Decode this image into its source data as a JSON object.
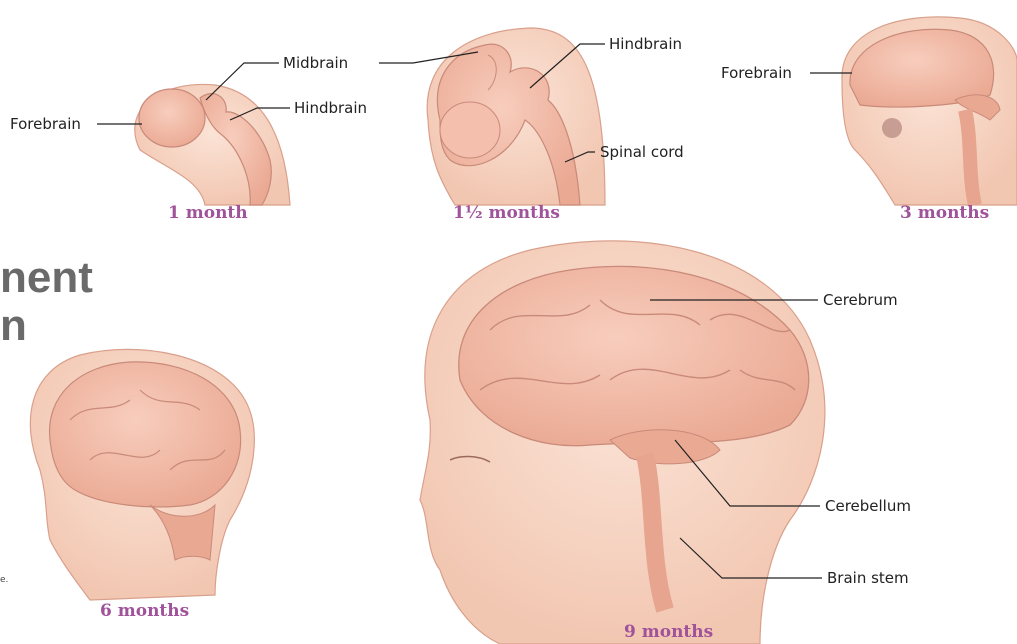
{
  "title": {
    "line1": "nent",
    "line2": "n"
  },
  "stages": [
    {
      "age": "1 month",
      "labels": [
        "Forebrain",
        "Midbrain",
        "Hindbrain"
      ]
    },
    {
      "age": "1½ months",
      "labels": [
        "Hindbrain",
        "Spinal cord"
      ]
    },
    {
      "age": "3 months",
      "labels": [
        "Forebrain"
      ]
    },
    {
      "age": "6 months",
      "labels": []
    },
    {
      "age": "9 months",
      "labels": [
        "Cerebrum",
        "Cerebellum",
        "Brain stem"
      ]
    }
  ],
  "note": "e.",
  "colors": {
    "age_label": "#a0529a",
    "skin": "#f6d3c1",
    "skin_outline": "#d9a08c",
    "brain": "#f2b9a6",
    "brain_outline": "#c98a79",
    "leader_line": "#222222"
  }
}
